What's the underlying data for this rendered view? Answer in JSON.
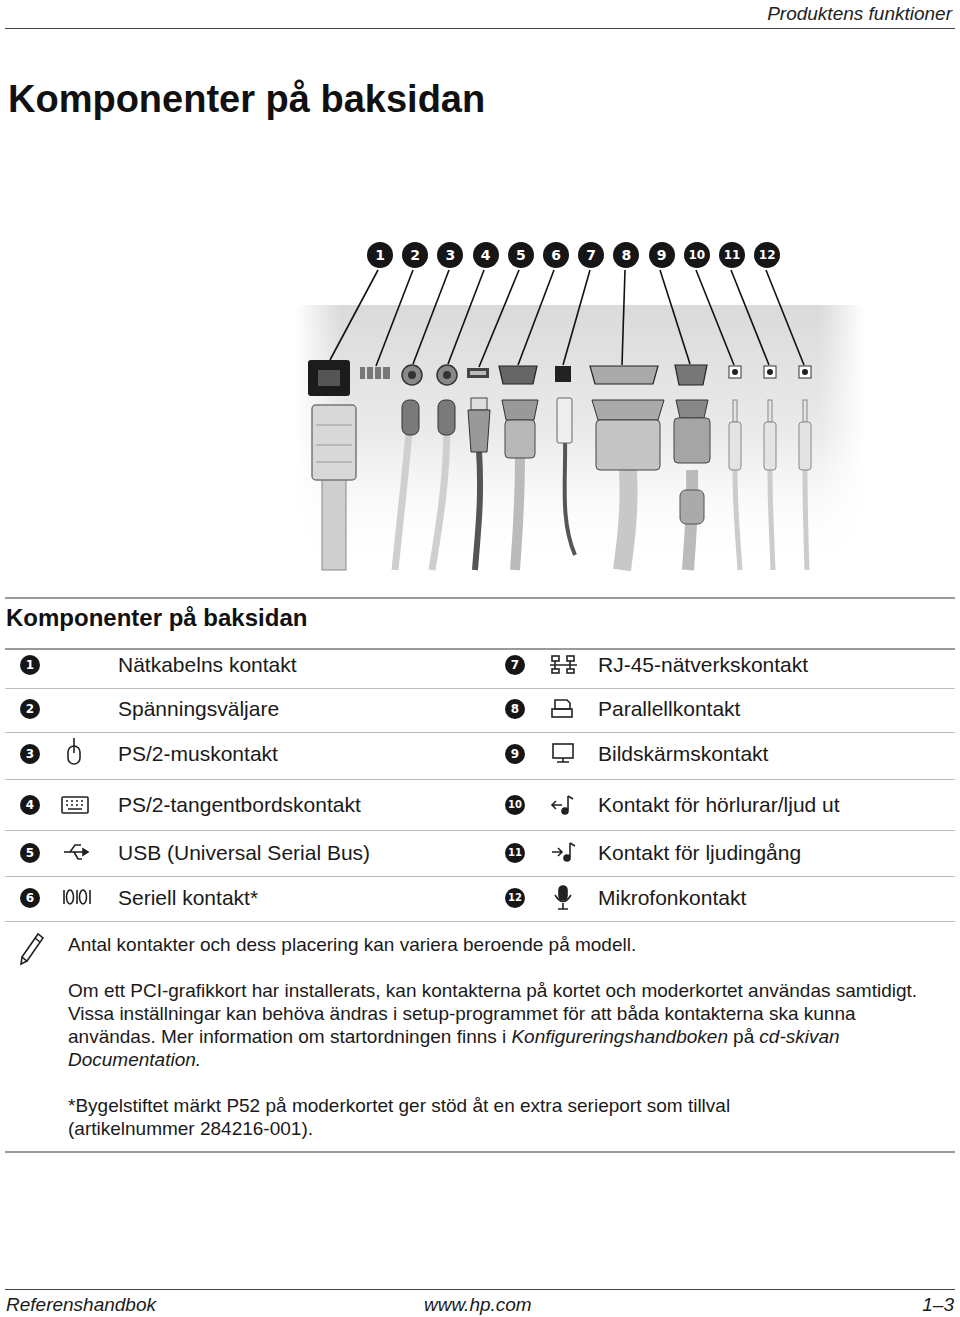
{
  "diagram": {
    "title": "Komponenter på baksidan",
    "labels": [
      "Produktens funktioner",
      "1",
      "2",
      "3",
      "4",
      "5",
      "6",
      "7",
      "8",
      "9",
      "10",
      "11",
      "12",
      "Komponenter på baksidan",
      "1",
      "Nätkabelns kontakt",
      "7",
      "RJ-45-nätverkskontakt",
      "2",
      "Spänningsväljare",
      "8",
      "Parallellkontakt",
      "3",
      "PS/2-muskontakt",
      "9",
      "Bildskärmskontakt",
      "4",
      "PS/2-tangentbordskontakt",
      "10",
      "Kontakt för hörlurar/ljud ut",
      "5",
      "USB (Universal Serial Bus)",
      "11",
      "Kontakt för ljudingång",
      "6",
      "Seriell kontakt*",
      "12",
      "Mikrofonkontakt",
      "Antal kontakter och dess placering kan variera beroende på modell.",
      "Om ett PCI-grafikkort har installerats, kan kontakterna på kortet och moderkortet användas samtidigt. Vissa inställningar kan behöva ändras i setup-programmet för att båda kontakterna ska kunna användas. Mer information om startordningen finns i",
      "Konfigureringshandboken",
      "på",
      "cd-skivan Documentation.",
      "*Bygelstiftet märkt P52 på moderkortet ger stöd åt en extra serieport som tillval (artikelnummer 284216-001).",
      "Referenshandbok",
      "www.hp.com",
      "1–3"
    ]
  }
}
